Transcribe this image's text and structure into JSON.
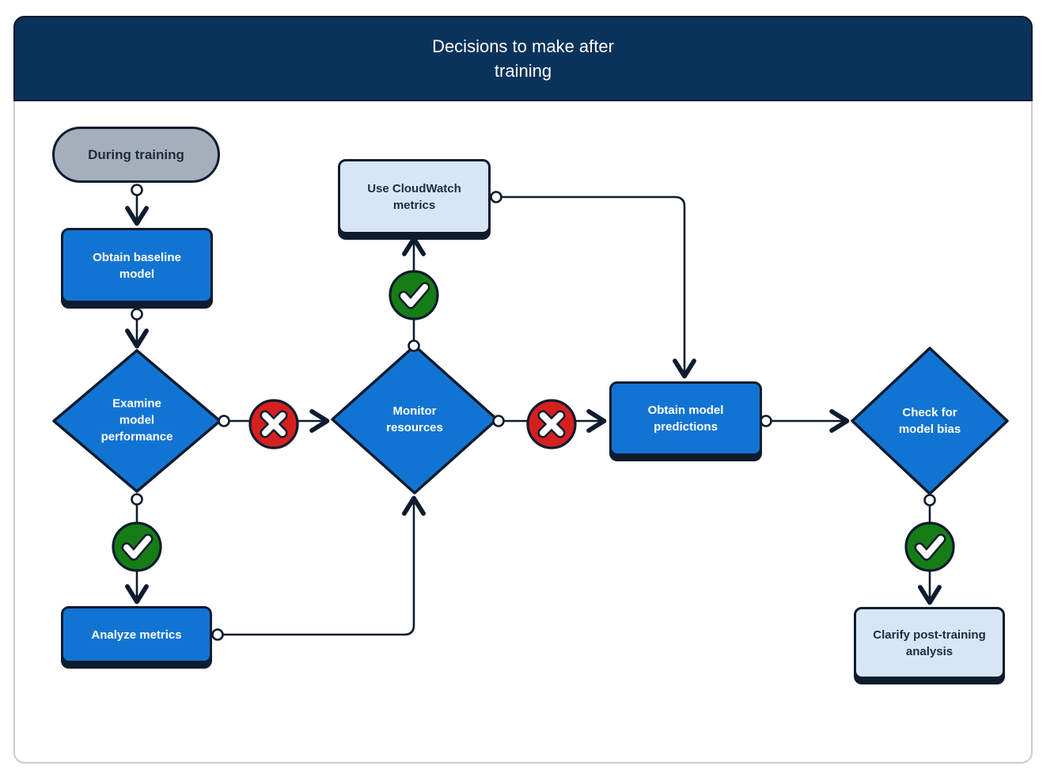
{
  "title": {
    "text": "Decisions to make after training"
  },
  "nodes": {
    "start": {
      "label": "During training",
      "type": "terminator"
    },
    "baseline": {
      "label": "Obtain baseline model",
      "type": "process"
    },
    "examine": {
      "label": "Examine model performance",
      "type": "decision"
    },
    "analyze": {
      "label": "Analyze metrics",
      "type": "process"
    },
    "monitor": {
      "label": "Monitor resources",
      "type": "decision"
    },
    "cloudwatch": {
      "label": "Use CloudWatch metrics",
      "type": "process-alt"
    },
    "predictions": {
      "label": "Obtain model predictions",
      "type": "process"
    },
    "bias": {
      "label": "Check for model bias",
      "type": "decision"
    },
    "clarify": {
      "label": "Clarify post-training analysis",
      "type": "process-alt"
    }
  },
  "icons": {
    "success": "check-circle-icon",
    "failure": "cross-circle-icon"
  },
  "colors": {
    "header_bg": "#0a335c",
    "node_blue": "#1274d2",
    "node_light": "#d6e6f7",
    "node_gray": "#a5afbc",
    "outline": "#0e1c2e",
    "success_green": "#167d16",
    "fail_red": "#d62020",
    "text_dark": "#1e2d3e",
    "card_border": "#c9cacc",
    "title_color": "#ffffff"
  }
}
